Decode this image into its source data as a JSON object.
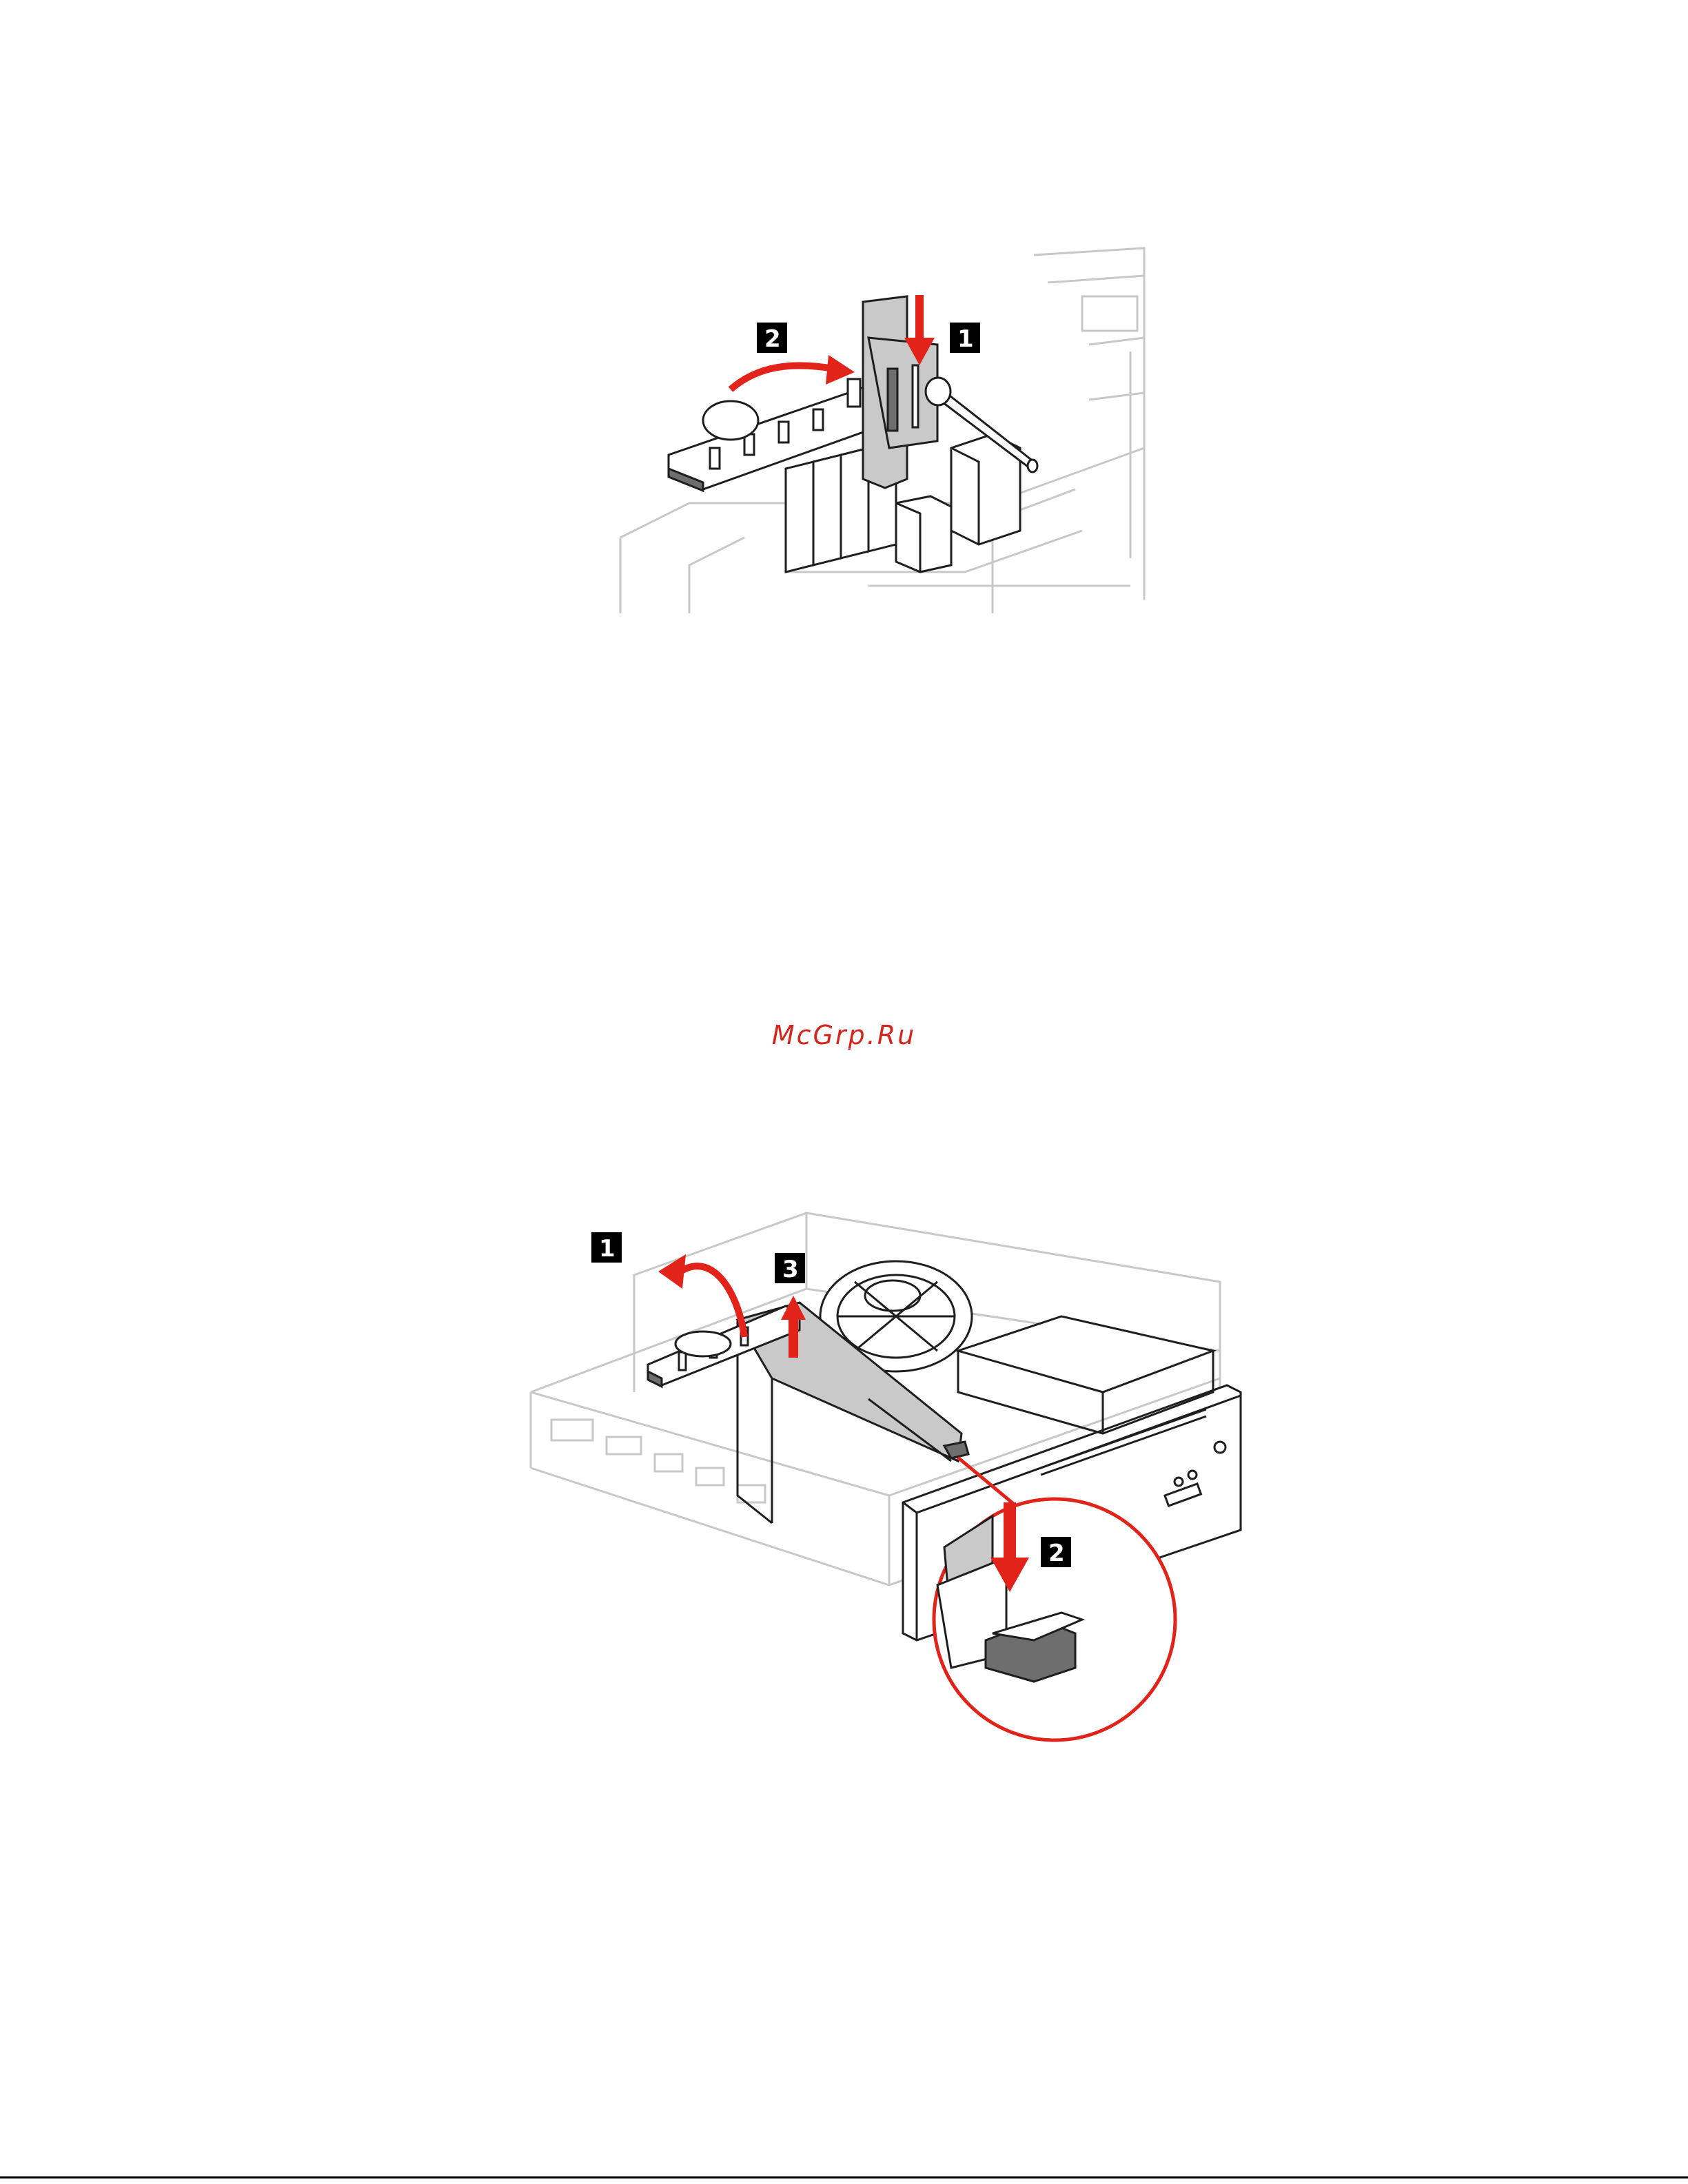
{
  "watermark": "McGrp.Ru",
  "figure_1": {
    "callouts": [
      "1",
      "2"
    ]
  },
  "figure_2": {
    "callouts": [
      "1",
      "2",
      "3"
    ]
  }
}
